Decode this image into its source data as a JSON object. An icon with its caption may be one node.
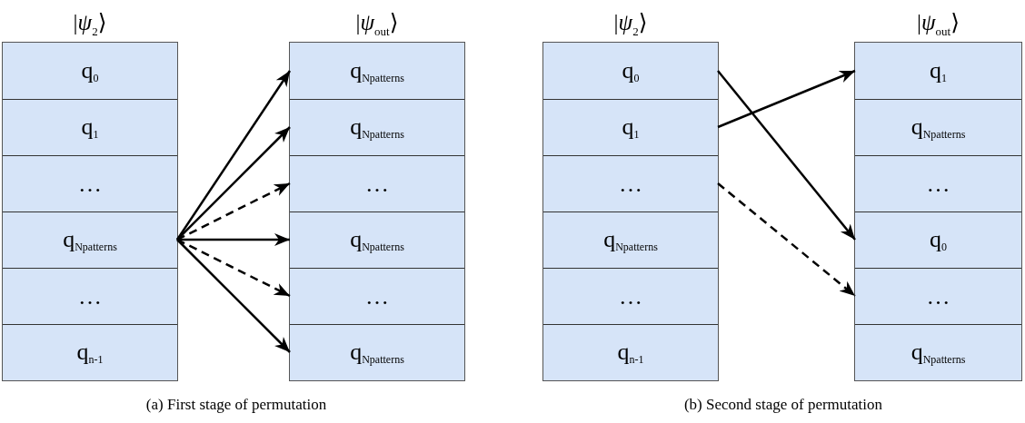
{
  "diagram": {
    "nodes": [
      {
        "text": [
          "|*ψ*$_{2}$⟩"
        ]
      },
      {
        "text": [
          "q$_{0}$"
        ],
        "in": 0
      },
      {
        "text": [
          "q$_{1}$"
        ],
        "in": 0
      },
      {
        "text": [
          "…"
        ],
        "in": 0
      },
      {
        "text": [
          "q$_{Npatterns}$"
        ],
        "in": 0
      },
      {
        "text": [
          "…"
        ],
        "in": 0
      },
      {
        "text": [
          "q$_{n-1}$"
        ],
        "in": 0
      },
      {
        "text": [
          "|*ψ*$_{out}$⟩"
        ]
      },
      {
        "text": [
          "q$_{Npatterns}$"
        ],
        "in": 7
      },
      {
        "text": [
          "q$_{Npatterns}$"
        ],
        "in": 7
      },
      {
        "text": [
          "…"
        ],
        "in": 7
      },
      {
        "text": [
          "q$_{Npatterns}$"
        ],
        "in": 7
      },
      {
        "text": [
          "…"
        ],
        "in": 7
      },
      {
        "text": [
          "q$_{Npatterns}$"
        ],
        "in": 7
      },
      {
        "text": [
          "|*ψ*$_{2}$⟩"
        ]
      },
      {
        "text": [
          "q$_{0}$"
        ],
        "in": 14
      },
      {
        "text": [
          "q$_{1}$"
        ],
        "in": 14
      },
      {
        "text": [
          "…"
        ],
        "in": 14
      },
      {
        "text": [
          "q$_{Npatterns}$"
        ],
        "in": 14
      },
      {
        "text": [
          "…"
        ],
        "in": 14
      },
      {
        "text": [
          "q$_{n-1}$"
        ],
        "in": 14
      },
      {
        "text": [
          "|*ψ*$_{out}$⟩"
        ]
      },
      {
        "text": [
          "q$_{1}$"
        ],
        "in": 21
      },
      {
        "text": [
          "q$_{Npatterns}$"
        ],
        "in": 21
      },
      {
        "text": [
          "…"
        ],
        "in": 21
      },
      {
        "text": [
          "q$_{0}$"
        ],
        "in": 21
      },
      {
        "text": [
          "…"
        ],
        "in": 21
      },
      {
        "text": [
          "q$_{Npatterns}$"
        ],
        "in": 21
      }
    ],
    "edges": [
      {
        "from": 4,
        "to": 8,
        "arrow": "to"
      },
      {
        "from": 4,
        "to": 9,
        "arrow": "to"
      },
      {
        "from": 4,
        "to": 10,
        "arrow": "to",
        "style": "dashed"
      },
      {
        "from": 4,
        "to": 11,
        "arrow": "to"
      },
      {
        "from": 4,
        "to": 12,
        "arrow": "to",
        "style": "dashed"
      },
      {
        "from": 4,
        "to": 13,
        "arrow": "to"
      },
      {
        "from": 15,
        "to": 25,
        "arrow": "to"
      },
      {
        "from": 16,
        "to": 22,
        "arrow": "to"
      },
      {
        "from": 17,
        "to": 26,
        "arrow": "to",
        "style": "dashed"
      }
    ],
    "labels": [
      "(a) First stage of permutation",
      "(b) Second stage of permutation"
    ]
  }
}
